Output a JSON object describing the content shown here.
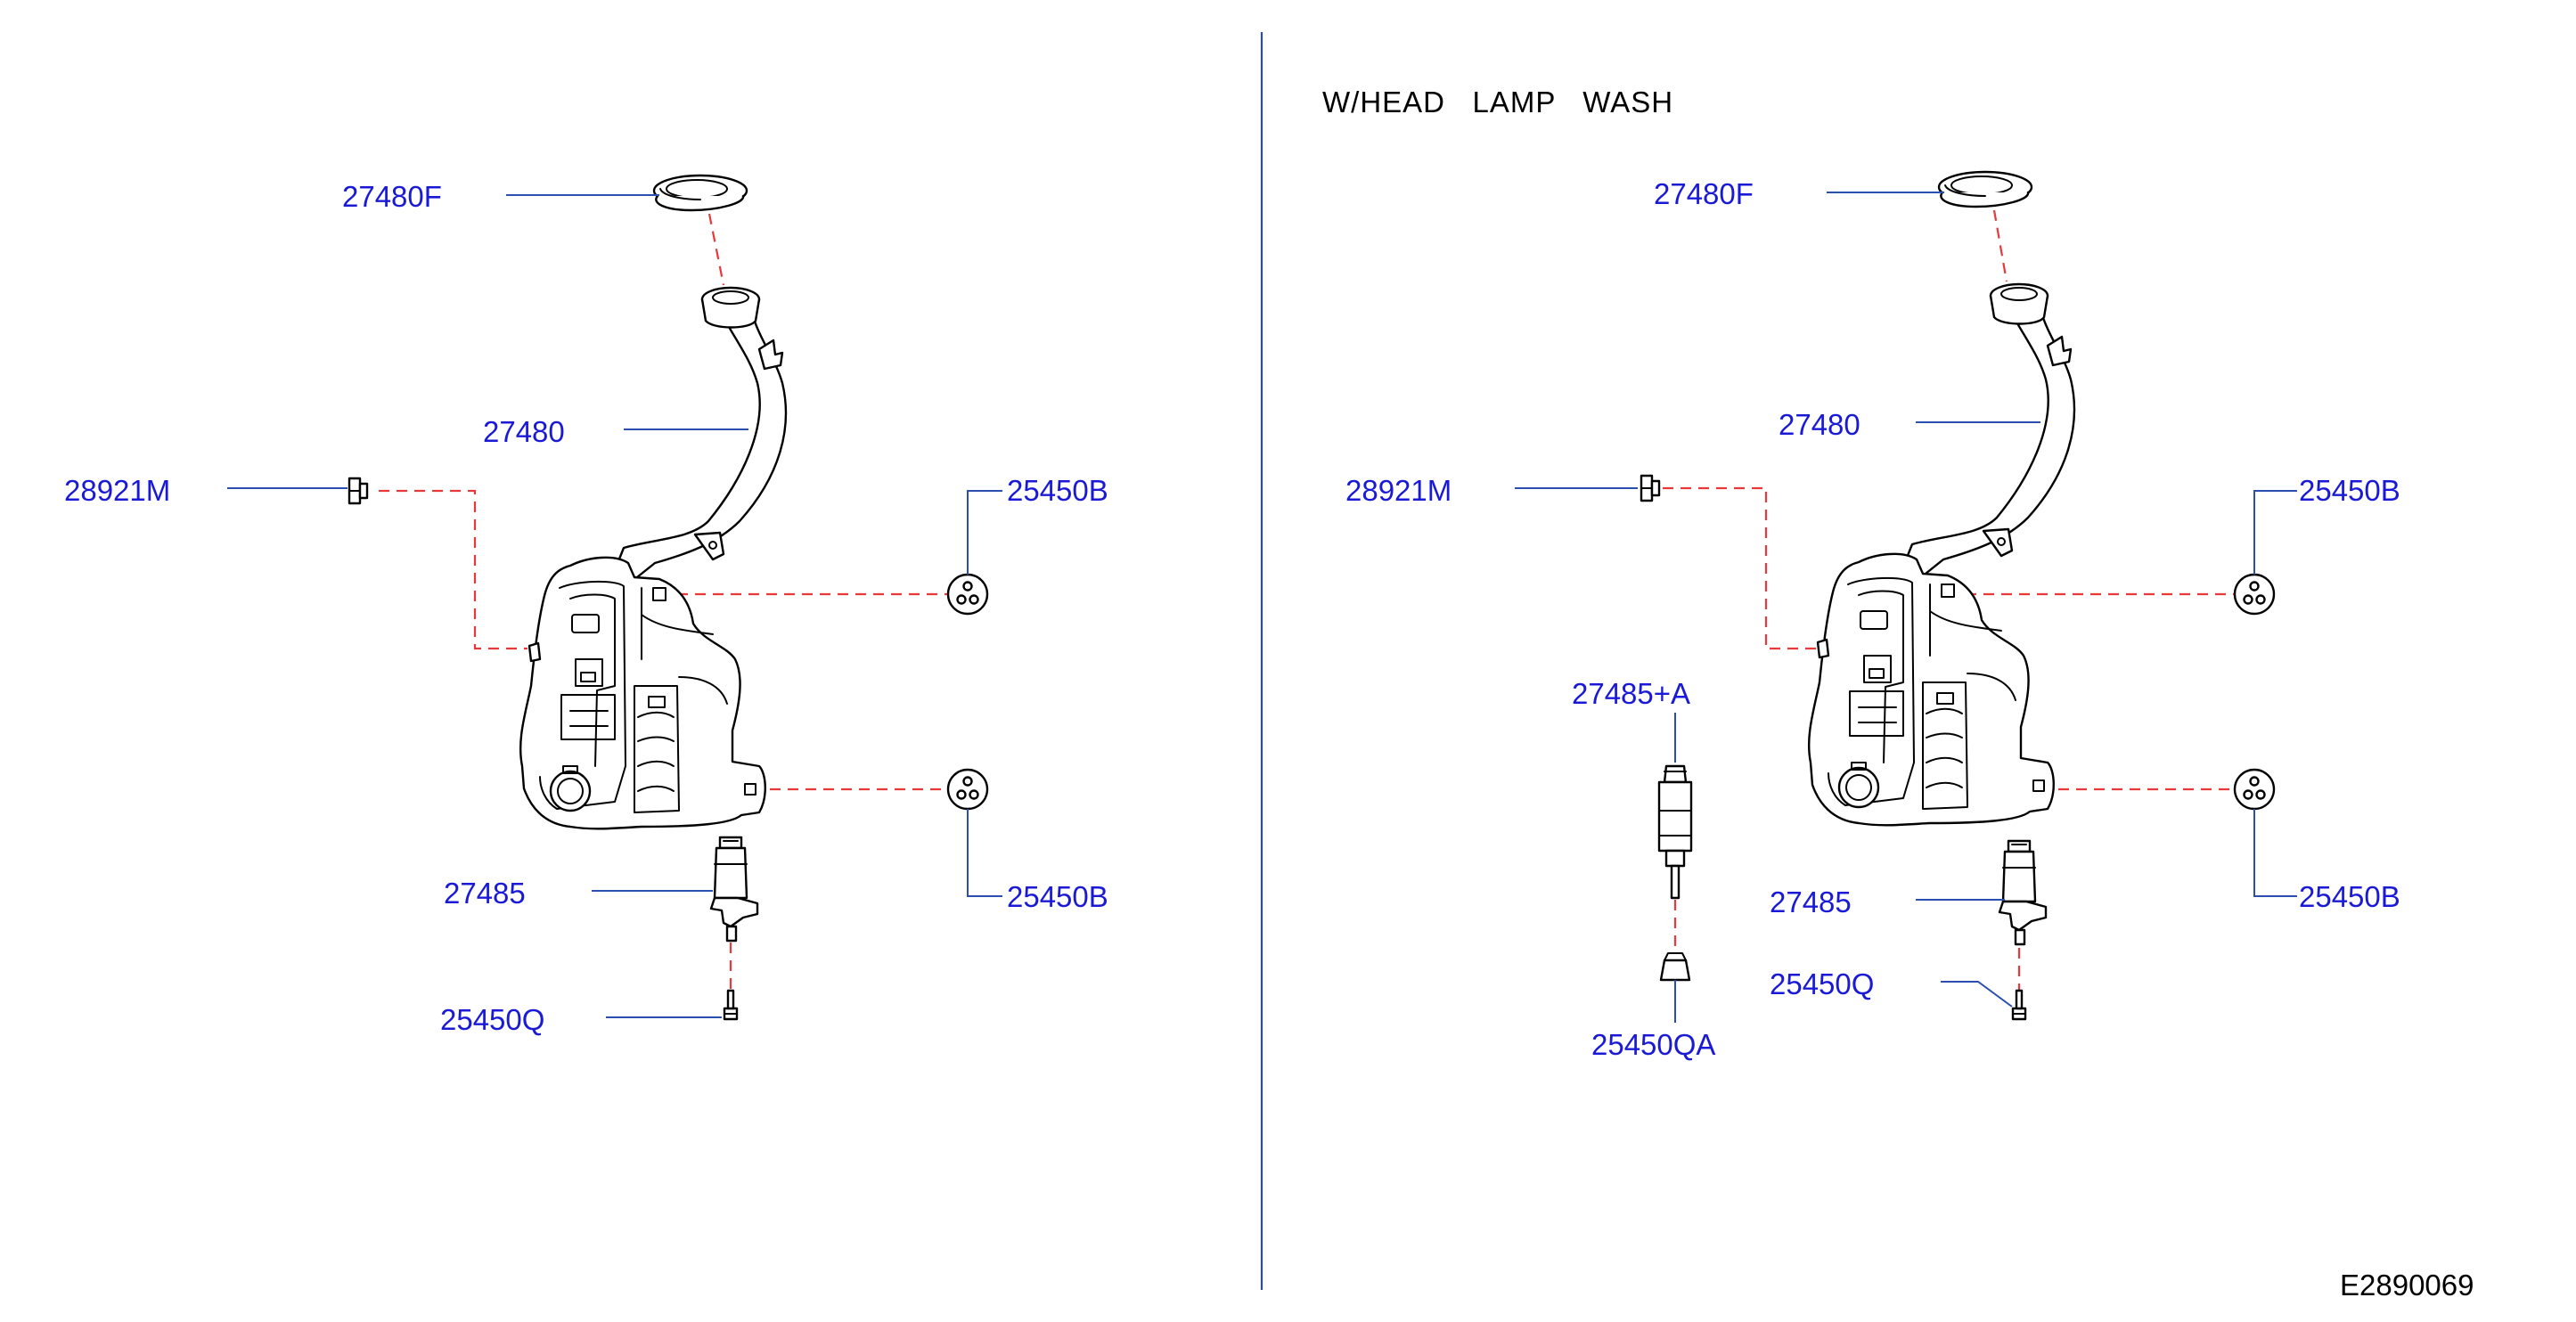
{
  "section_title": "W/HEAD   LAMP   WASH",
  "figure_id": "E2890069",
  "colors": {
    "label": "#1a1ad6",
    "leader": "#2b4fb0",
    "dashed_guide": "#e8383a",
    "outline": "#000000"
  },
  "left": {
    "cap": "27480F",
    "filler_neck": "27480",
    "clip": "28921M",
    "grommet_upper": "25450B",
    "grommet_lower": "25450B",
    "pump": "27485",
    "pump_seal": "25450Q"
  },
  "right": {
    "cap": "27480F",
    "filler_neck": "27480",
    "clip": "28921M",
    "grommet_upper": "25450B",
    "grommet_lower": "25450B",
    "headlamp_pump": "27485+A",
    "headlamp_pump_seal": "25450QA",
    "pump": "27485",
    "pump_seal": "25450Q"
  }
}
